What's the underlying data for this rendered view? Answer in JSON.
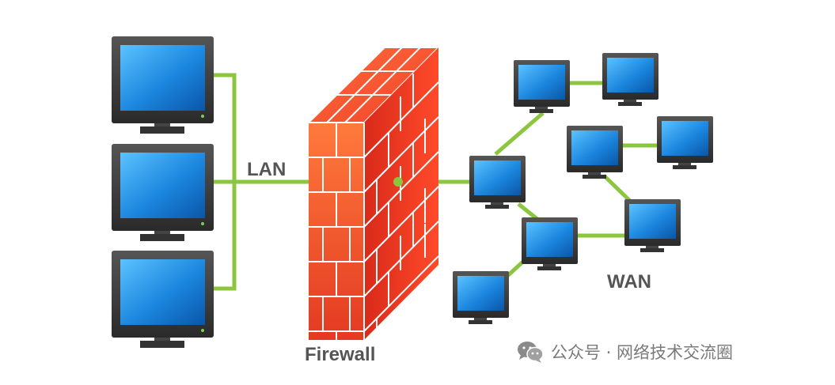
{
  "labels": {
    "lan": "LAN",
    "wan": "WAN",
    "firewall": "Firewall"
  },
  "watermark": {
    "text": "公众号 · 网络技术交流圈",
    "icon": "wechat-icon"
  },
  "colors": {
    "link": "#8cc63f",
    "brick": "#e8432a",
    "screen": "#1e8fe0",
    "monitor_frame": "#3a3a3a",
    "label": "#555555"
  }
}
